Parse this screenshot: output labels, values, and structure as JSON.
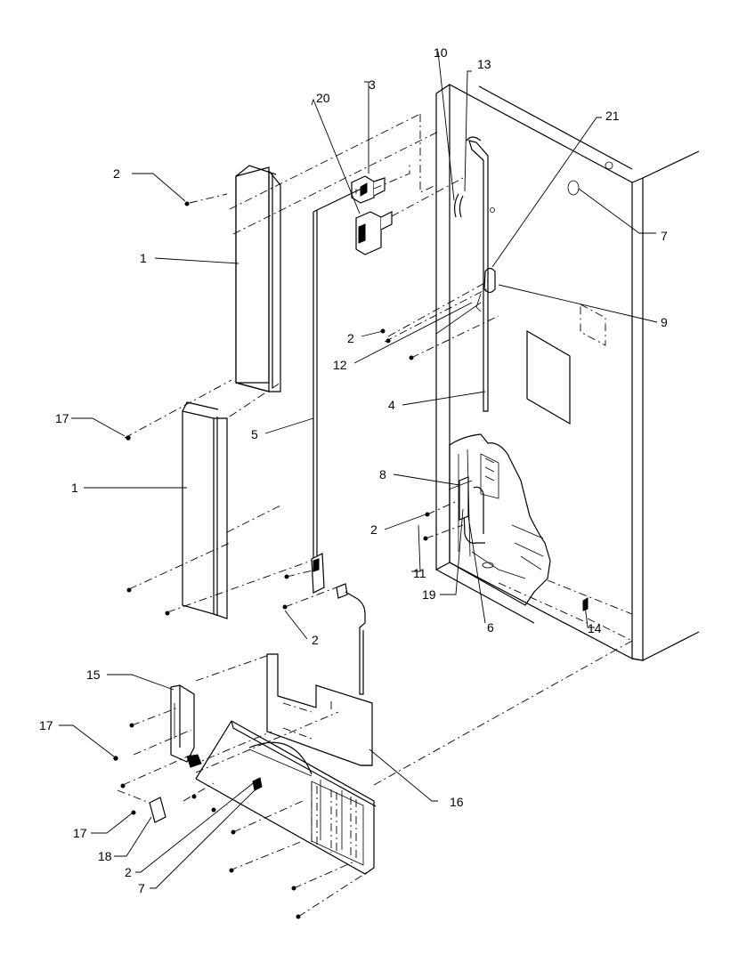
{
  "callouts": [
    {
      "id": "c-10",
      "text": "10"
    },
    {
      "id": "c-13",
      "text": "13"
    },
    {
      "id": "c-3",
      "text": "3"
    },
    {
      "id": "c-20",
      "text": "20"
    },
    {
      "id": "c-21",
      "text": "21"
    },
    {
      "id": "c-2a",
      "text": "2"
    },
    {
      "id": "c-1a",
      "text": "1"
    },
    {
      "id": "c-7a",
      "text": "7"
    },
    {
      "id": "c-9",
      "text": "9"
    },
    {
      "id": "c-2b",
      "text": "2"
    },
    {
      "id": "c-12",
      "text": "12"
    },
    {
      "id": "c-4",
      "text": "4"
    },
    {
      "id": "c-17a",
      "text": "17"
    },
    {
      "id": "c-5",
      "text": "5"
    },
    {
      "id": "c-1b",
      "text": "1"
    },
    {
      "id": "c-8",
      "text": "8"
    },
    {
      "id": "c-2c",
      "text": "2"
    },
    {
      "id": "c-11",
      "text": "11"
    },
    {
      "id": "c-19",
      "text": "19"
    },
    {
      "id": "c-6",
      "text": "6"
    },
    {
      "id": "c-14",
      "text": "14"
    },
    {
      "id": "c-2d",
      "text": "2"
    },
    {
      "id": "c-15",
      "text": "15"
    },
    {
      "id": "c-17b",
      "text": "17"
    },
    {
      "id": "c-16",
      "text": "16"
    },
    {
      "id": "c-17c",
      "text": "17"
    },
    {
      "id": "c-18",
      "text": "18"
    },
    {
      "id": "c-2e",
      "text": "2"
    },
    {
      "id": "c-7b",
      "text": "7"
    }
  ]
}
